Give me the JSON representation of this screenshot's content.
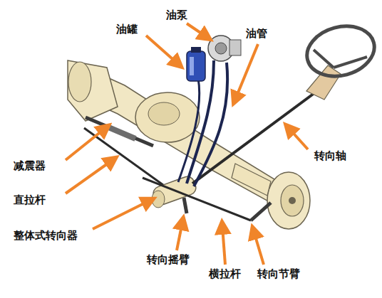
{
  "diagram": {
    "labels": [
      "油罐",
      "油泵",
      "油管",
      "转向轴",
      "减震器",
      "直拉杆",
      "整体式转向器",
      "转向摇臂",
      "横拉杆",
      "转向节臂"
    ]
  }
}
